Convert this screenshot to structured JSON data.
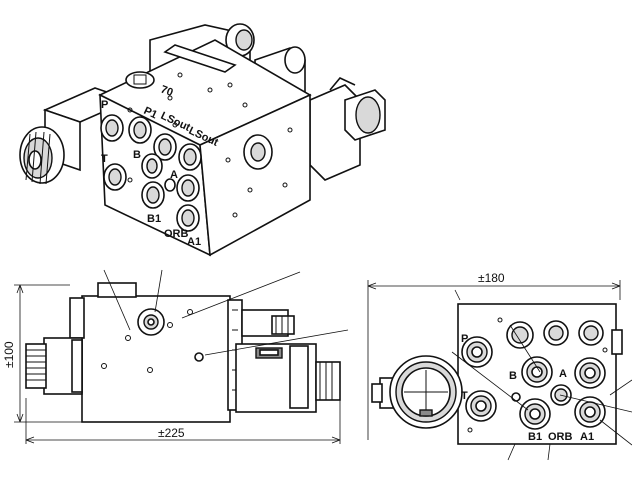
{
  "iso_view": {
    "port_labels": {
      "P": "P",
      "P1": "P1",
      "LS1": "LSout",
      "T": "T",
      "LS2": "LSout",
      "B": "B",
      "A": "A",
      "B1": "B1",
      "ORB": "ORB",
      "A1": "A1",
      "num": "70"
    }
  },
  "side_view": {
    "height_dim": "±100",
    "width_dim": "±225"
  },
  "front_view": {
    "width_dim": "±180",
    "port_labels": {
      "P": "P",
      "B": "B",
      "A": "A",
      "T": "T",
      "B1": "B1",
      "ORB": "ORB",
      "A1": "A1"
    }
  }
}
